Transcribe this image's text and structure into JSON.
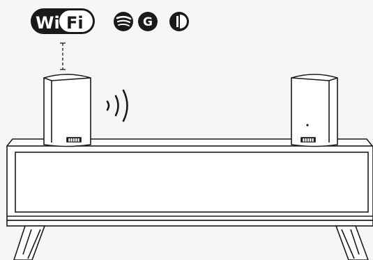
{
  "wifi_badge": {
    "left": "Wi",
    "right": "Fi"
  },
  "services": [
    {
      "name": "spotify-icon",
      "glyph": ""
    },
    {
      "name": "google-icon",
      "glyph": "G"
    },
    {
      "name": "half-circle-icon",
      "glyph": ""
    }
  ],
  "speakers": [
    {
      "name": "speaker-left",
      "brand": "▮▮▮▮▮"
    },
    {
      "name": "speaker-right",
      "brand": "▮▮▮▮▮"
    }
  ],
  "colors": {
    "line": "#1a1a1a",
    "speaker_fill": "#ffffff",
    "background": "#f6f6f6"
  }
}
